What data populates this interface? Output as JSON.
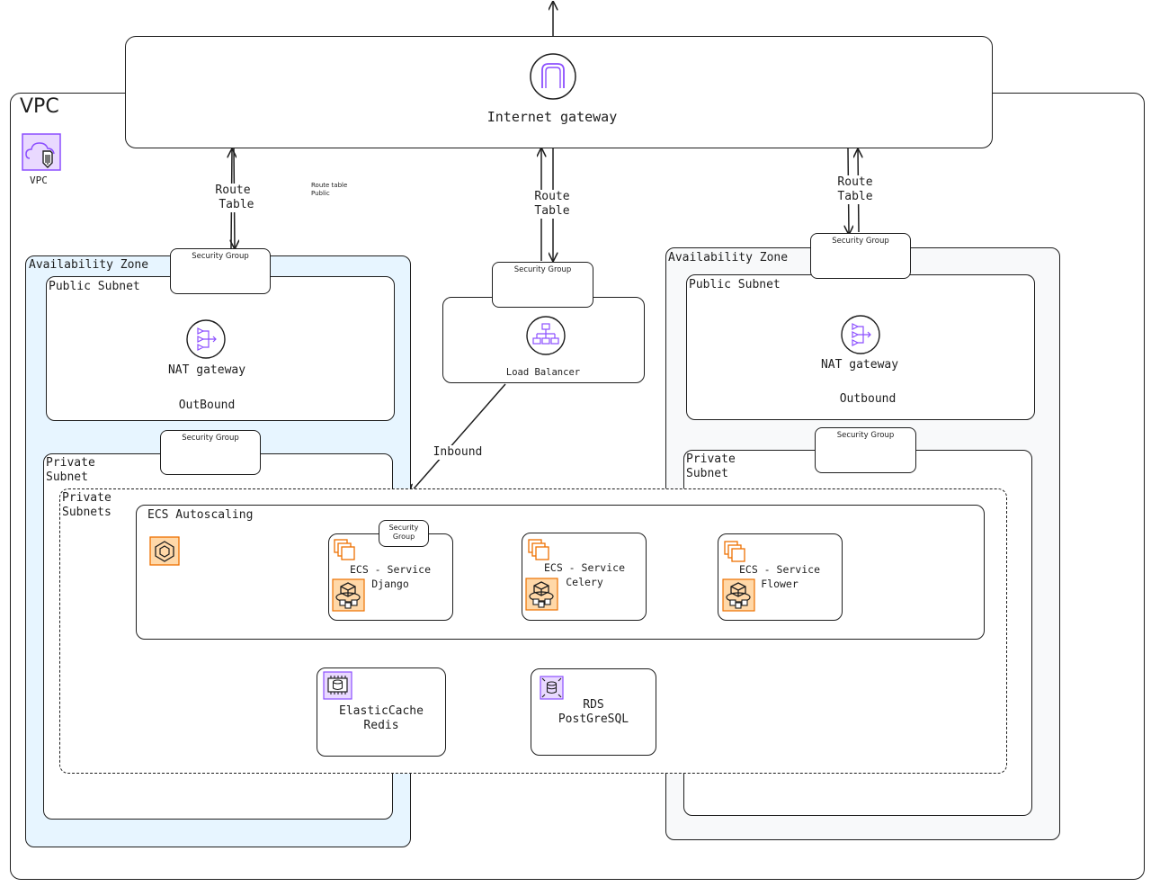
{
  "vpc": {
    "title": "VPC",
    "icon_label": "VPC"
  },
  "internet_gateway": {
    "label": "Internet gateway"
  },
  "route_tables": {
    "left": "Route\n Table",
    "middle": "Route\nTable",
    "right": "Route\nTable"
  },
  "route_table_note": "Route table\nPublic",
  "az_left": {
    "title": "Availability Zone",
    "public_subnet": "Public Subnet",
    "nat_label": "NAT gateway",
    "outbound": "OutBound",
    "private_subnet": "Private\nSubnet"
  },
  "az_right": {
    "title": "Availability Zone",
    "public_subnet": "Public Subnet",
    "nat_label": "NAT gateway",
    "outbound": "Outbound",
    "private_subnet": "Private\nSubnet"
  },
  "security_group": "Security Group",
  "security_group_small": "Security\nGroup",
  "load_balancer": {
    "label": "Load Balancer"
  },
  "inbound": "Inbound",
  "private_subnets": "Private\nSubnets",
  "ecs_autoscaling": "ECS Autoscaling",
  "services": [
    {
      "line1": "ECS - Service",
      "line2": "Django"
    },
    {
      "line1": "ECS - Service",
      "line2": "Celery"
    },
    {
      "line1": "ECS - Service",
      "line2": "Flower"
    }
  ],
  "elasticache": "ElasticCache\nRedis",
  "rds": "RDS\nPostGreSQL",
  "colors": {
    "stroke": "#1e1e1e",
    "az_left_fill": "#e7f5ff",
    "az_right_fill": "#f8f9fa",
    "icon_purple": "#8c4fff",
    "icon_orange": "#ed7100",
    "icon_orange_fill": "#ffd8a8"
  }
}
